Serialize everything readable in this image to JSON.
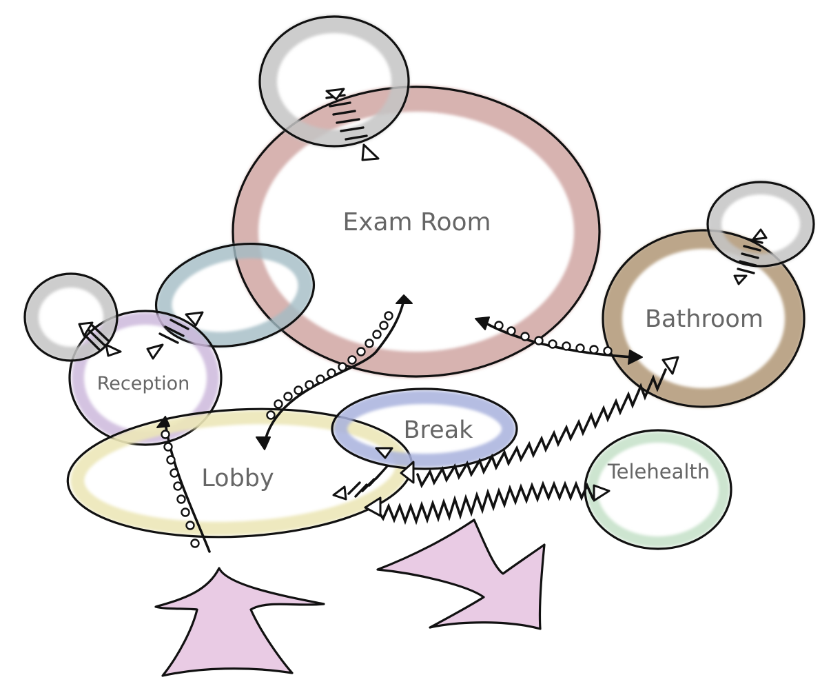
{
  "rooms": {
    "exam_room": {
      "label": "Exam Room",
      "color": "#c99a96"
    },
    "bathroom": {
      "label": "Bathroom",
      "color": "#b09676"
    },
    "reception": {
      "label": "Reception",
      "color": "#cdb8dc"
    },
    "lobby": {
      "label": "Lobby",
      "color": "#ece7b8"
    },
    "break": {
      "label": "Break",
      "color": "#a8b1dd"
    },
    "telehealth": {
      "label": "Telehealth",
      "color": "#c8e2cb"
    },
    "small_unlabeled": {
      "color": "#a3bcc4"
    }
  },
  "closets": {
    "color": "#c4c4c4"
  },
  "entrances": {
    "color": "#e9cbe4"
  },
  "legend_of_links": {
    "dotted_arrow": "dotted-connection",
    "zigzag_arrow": "zigzag-connection",
    "hatched_door": "hatched-door"
  }
}
